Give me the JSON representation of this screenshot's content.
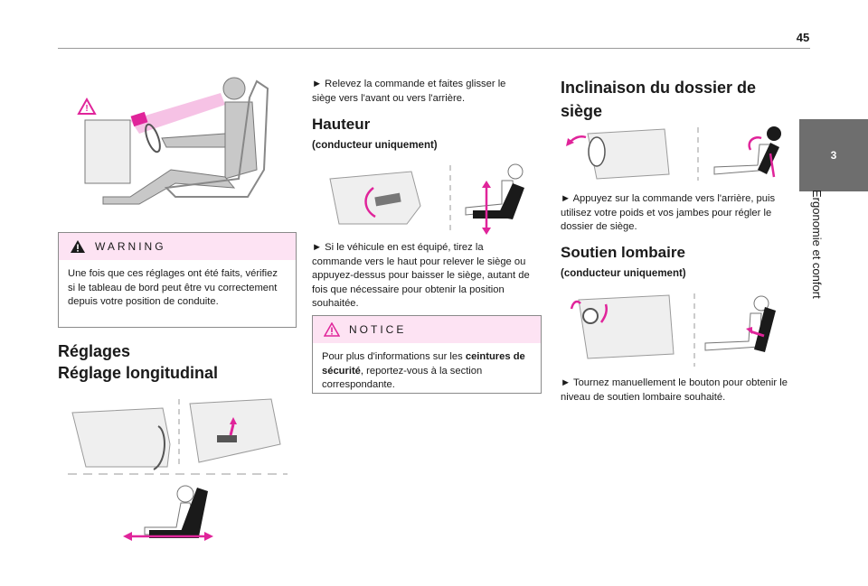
{
  "page": {
    "number": "45"
  },
  "side_tab": {
    "chapter": "3",
    "label": "Ergonomie et confort"
  },
  "col1": {
    "warning": {
      "title": "WARNING",
      "text": "Une fois que ces réglages ont été faits, vérifiez si le tableau de bord peut être vu correctement depuis votre position de conduite."
    },
    "heading_reglages": "Réglages",
    "heading_longitudinal": "Réglage longitudinal"
  },
  "col2": {
    "bullet_glisser": "► Relevez la commande et faites glisser le siège vers l'avant ou vers l'arrière.",
    "heading_hauteur": "Hauteur",
    "sub_hauteur": "(conducteur uniquement)",
    "bullet_hauteur": "► Si le véhicule en est équipé, tirez la commande vers le haut pour relever le siège ou appuyez-dessus pour baisser le siège, autant de fois que nécessaire pour obtenir la position souhaitée.",
    "notice": {
      "title": "NOTICE",
      "text_before": "Pour plus d'informations sur les ",
      "text_bold": "ceintures de sécurité",
      "text_after": ", reportez-vous à la section correspondante."
    }
  },
  "col3": {
    "heading_inclinaison": "Inclinaison du dossier de siège",
    "bullet_inclinaison": "► Appuyez sur la commande vers l'arrière, puis utilisez votre poids et vos jambes pour régler le dossier de siège.",
    "heading_lombaire": "Soutien lombaire",
    "sub_lombaire": "(conducteur uniquement)",
    "bullet_lombaire": "► Tournez manuellement le bouton pour obtenir le niveau de soutien lombaire souhaité."
  },
  "colors": {
    "accent": "#e0249a",
    "panel": "#6e6e6e",
    "notice_bg": "#fde3f3",
    "figure_gray": "#c8c8c8"
  }
}
